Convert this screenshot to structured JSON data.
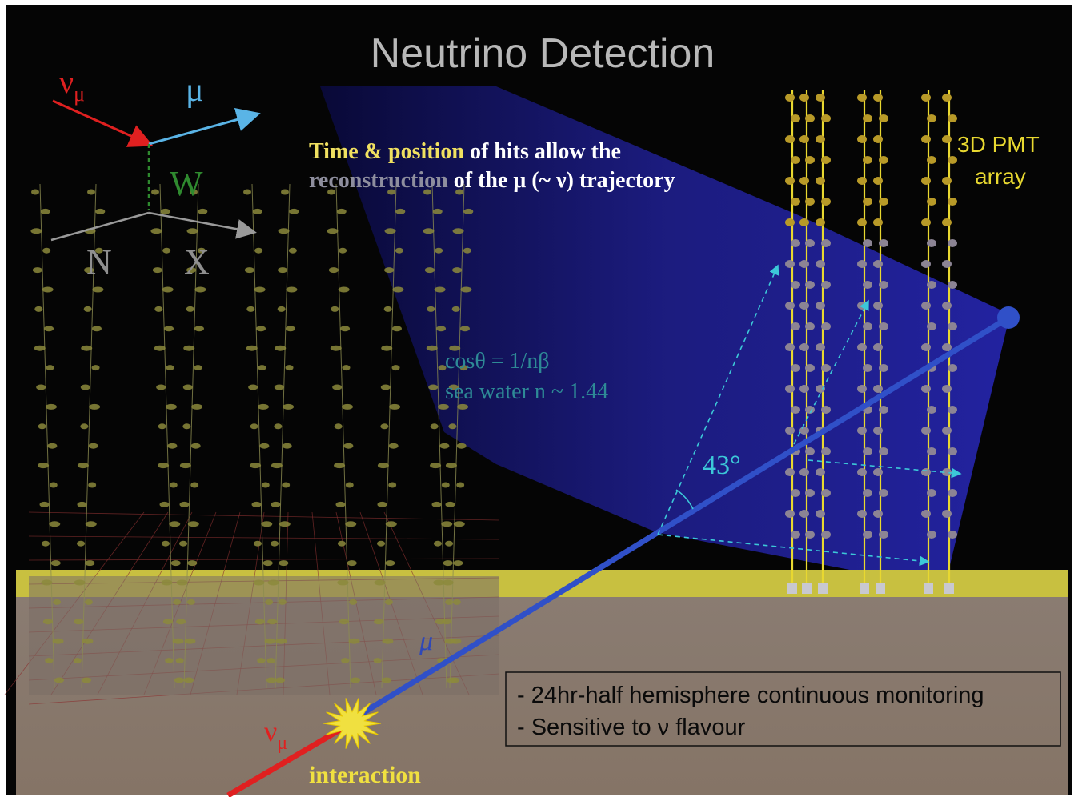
{
  "title": "Neutrino Detection",
  "vertex_labels": {
    "nu_mu_symbol": "ν",
    "nu_mu_sub": "μ",
    "mu": "μ",
    "w": "W",
    "n": "N",
    "x": "X"
  },
  "caption": {
    "highlight": "Time & position",
    "rest_line1": " of hits allow the",
    "line2_faded": "reconstruction",
    "line2_rest": " of the μ (~ ν) trajectory"
  },
  "array_label": {
    "line1": "3D PMT",
    "line2": "array"
  },
  "cherenkov": {
    "formula": "cosθ = 1/nβ",
    "sea_water": "sea water n ~ 1.44",
    "angle": "43°"
  },
  "underground": {
    "mu_symbol": "μ",
    "nu_symbol": "ν",
    "nu_sub": "μ",
    "interaction": "interaction"
  },
  "info_box": {
    "items": [
      "- 24hr-half hemisphere continuous monitoring",
      "- Sensitive to ν flavour"
    ]
  },
  "colors": {
    "background": "#050505",
    "frame": "#ffffff",
    "title": "#b8b8b8",
    "neutrino_arrow": "#e02020",
    "muon_arrow": "#5ab4e6",
    "w_label": "#2f8a2f",
    "nucleus_label": "#8f8f8f",
    "caption_highlight": "#f0e060",
    "caption_text": "#ffffff",
    "cone": "#1e1e8c",
    "track": "#3050c8",
    "ground": "#8a7a70",
    "sea_floor": "#c8c040",
    "pmt_string": "#e8d830",
    "cherenkov_text": "#2e8a96",
    "angle_text": "#3cc8d8",
    "interaction": "#f0e040"
  }
}
